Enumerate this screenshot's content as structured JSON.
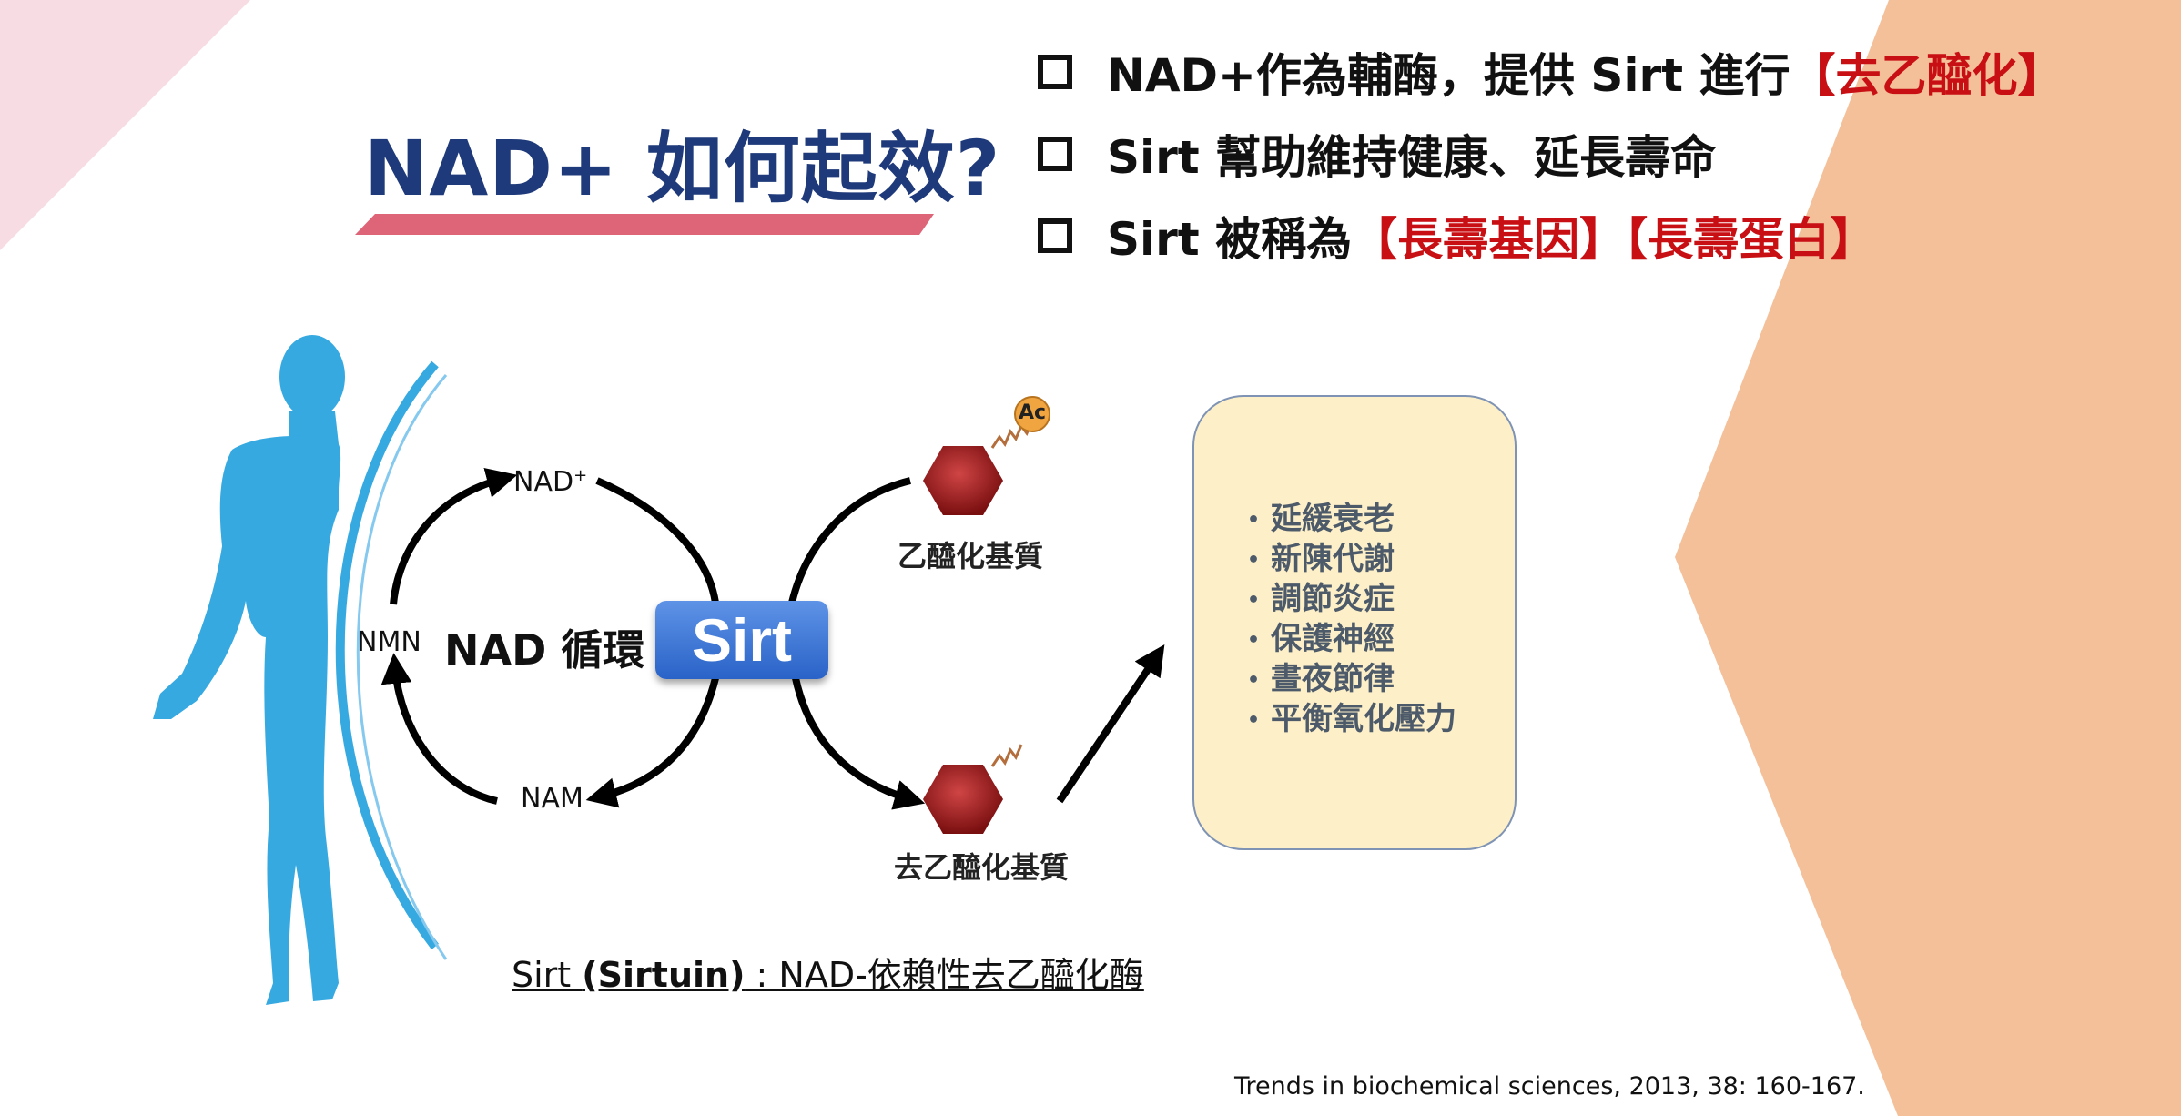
{
  "title": "NAD+ 如何起效?",
  "bullets": [
    {
      "text": "NAD+作為輔酶，提供 Sirt 進行",
      "highlight": "【去乙醯化】"
    },
    {
      "text": "Sirt 幫助維持健康、延長壽命",
      "highlight": ""
    },
    {
      "text": "Sirt 被稱為",
      "highlight": "【長壽基因】【長壽蛋白】"
    }
  ],
  "cycle": {
    "title": "NAD 循環",
    "nad_plus": "NAD",
    "nad_plus_sup": "+",
    "nmn": "NMN",
    "nam": "NAM"
  },
  "sirt_label": "Sirt",
  "acetyl_tag": "Ac",
  "substrates": {
    "acetylated": "乙醯化基質",
    "deacetylated": "去乙醯化基質"
  },
  "effects": [
    "延緩衰老",
    "新陳代謝",
    "調節炎症",
    "保護神經",
    "晝夜節律",
    "平衡氧化壓力"
  ],
  "footnote": {
    "prefix": "Sirt ",
    "bold": "(Sirtuin)",
    "rest": " : NAD-依賴性去乙醯化酶"
  },
  "citation": "Trends in biochemical sciences, 2013, 38: 160-167.",
  "colors": {
    "title": "#1f3a7a",
    "highlight_red": "#c80f14",
    "title_underline": "#de6478",
    "corner_pink": "#f7dde3",
    "right_peach": "#f4c09a",
    "human_blue": "#36a9e1",
    "hexagon": "#8e1313",
    "sirt_button": "#2f6bd0",
    "effects_box": "#fdf0c8"
  }
}
